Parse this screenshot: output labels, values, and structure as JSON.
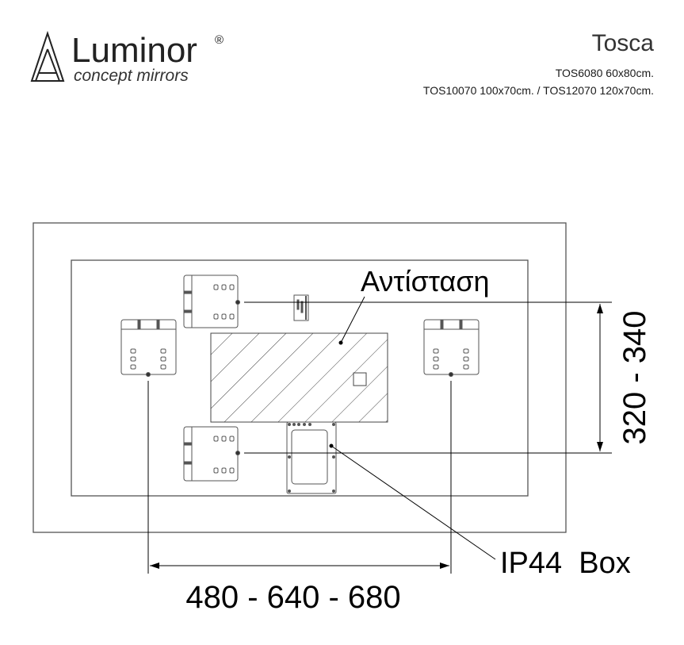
{
  "header": {
    "brand": "Luminor",
    "registered": "®",
    "tagline": "concept mirrors",
    "product_title": "Tosca",
    "model_line_1": "TOS6080 60x80cm.",
    "model_line_2": "TOS10070 100x70cm. / TOS12070 120x70cm."
  },
  "diagram": {
    "heater_label": "Αντίσταση",
    "box_label": "IP44  Box",
    "vertical_dimension": "320 - 340",
    "horizontal_dimension": "480 - 640 - 680"
  }
}
